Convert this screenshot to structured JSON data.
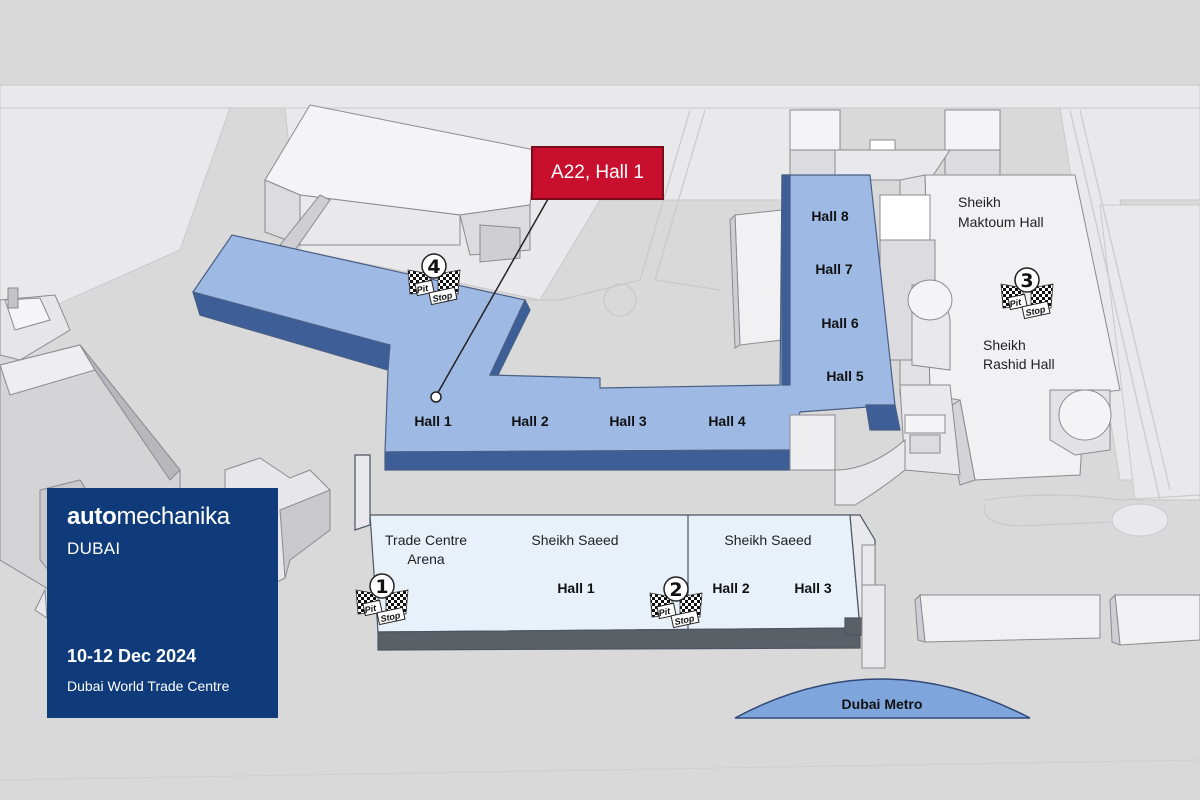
{
  "brand": {
    "name_bold": "auto",
    "name_light": "mechanika",
    "city": "DUBAI",
    "dates": "10-12 Dec 2024",
    "venue": "Dubai World Trade Centre"
  },
  "booth": {
    "label": "A22, Hall 1"
  },
  "halls": {
    "hall1": "Hall 1",
    "hall2": "Hall 2",
    "hall3": "Hall 3",
    "hall4": "Hall 4",
    "hall5": "Hall 5",
    "hall6": "Hall 6",
    "hall7": "Hall 7",
    "hall8": "Hall 8"
  },
  "sheikh_maktoum": {
    "line1": "Sheikh",
    "line2": "Maktoum Hall"
  },
  "sheikh_rashid": {
    "line1": "Sheikh",
    "line2": "Rashid Hall"
  },
  "trade_centre_arena": {
    "line1": "Trade Centre",
    "line2": "Arena"
  },
  "sheikh_saeed_west": {
    "title": "Sheikh Saeed",
    "hall": "Hall 1"
  },
  "sheikh_saeed_east": {
    "title": "Sheikh Saeed",
    "hall2": "Hall 2",
    "hall3": "Hall 3"
  },
  "metro": {
    "label": "Dubai Metro"
  },
  "pit_stops": [
    {
      "number": "1",
      "word1": "Pit",
      "word2": "Stop"
    },
    {
      "number": "2",
      "word1": "Pit",
      "word2": "Stop"
    },
    {
      "number": "3",
      "word1": "Pit",
      "word2": "Stop"
    },
    {
      "number": "4",
      "word1": "Pit",
      "word2": "Stop"
    }
  ],
  "colors": {
    "background": "#d9d9d9",
    "exhibition_halls": "#9db9e4",
    "sheikh_saeed_halls": "#e8f1fa",
    "brand_blue": "#0f3b7a",
    "booth_red": "#c8102e",
    "metro": "#7ea6dc"
  }
}
